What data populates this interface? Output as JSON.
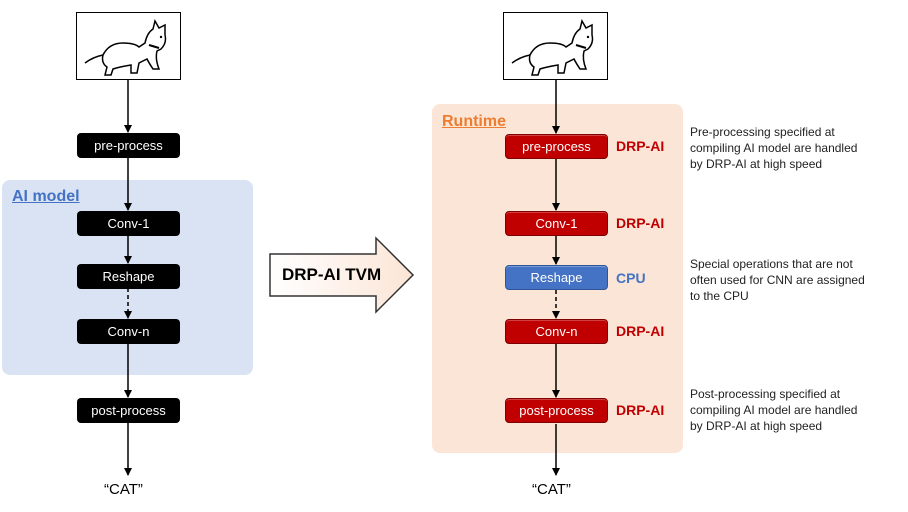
{
  "left": {
    "panel_title": "AI model",
    "boxes": {
      "pre": "pre-process",
      "conv1": "Conv-1",
      "reshape": "Reshape",
      "convn": "Conv-n",
      "post": "post-process"
    },
    "output": "“CAT”"
  },
  "middle": {
    "arrow_label": "DRP-AI TVM"
  },
  "right": {
    "panel_title": "Runtime",
    "boxes": {
      "pre": "pre-process",
      "conv1": "Conv-1",
      "reshape": "Reshape",
      "convn": "Conv-n",
      "post": "post-process"
    },
    "tags": {
      "pre": "DRP-AI",
      "conv1": "DRP-AI",
      "reshape": "CPU",
      "convn": "DRP-AI",
      "post": "DRP-AI"
    },
    "output": "“CAT”"
  },
  "notes": {
    "pre": [
      "Pre-processing specified at",
      "compiling AI model are handled",
      "by DRP-AI at high speed"
    ],
    "special": [
      "Special operations that are not",
      "often used for CNN are assigned",
      "to the CPU"
    ],
    "post": [
      "Post-processing specified at",
      "compiling AI model are handled",
      "by DRP-AI at high speed"
    ]
  },
  "colors": {
    "ai_panel": "#dae3f3",
    "runtime_panel": "#fbe5d6",
    "ai_title": "#4472c4",
    "runtime_title": "#ed7d31",
    "drp_ai": "#c00000",
    "cpu": "#4472c4",
    "arrow_fill": "#fbe5d6"
  },
  "icons": {
    "input_image": "cat-icon"
  }
}
